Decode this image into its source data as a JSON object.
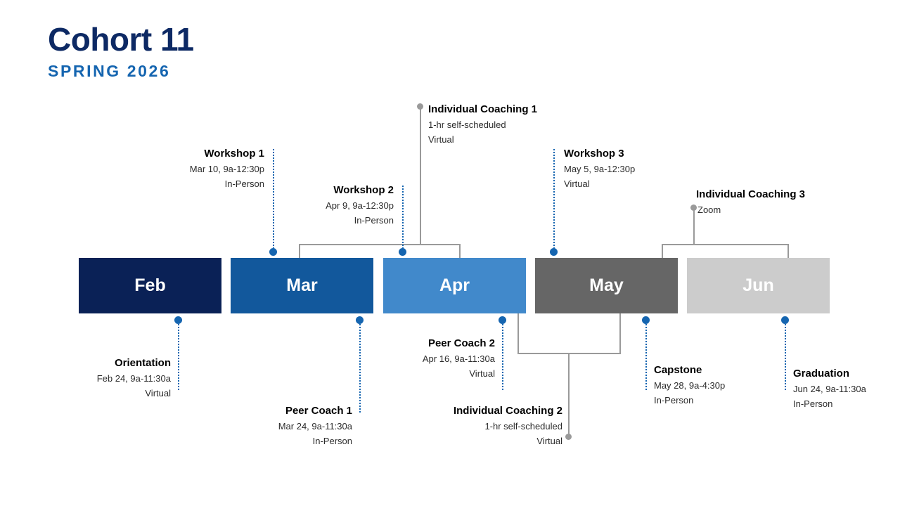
{
  "header": {
    "title": "Cohort 11",
    "subtitle": "SPRING 2026"
  },
  "colors": {
    "feb": "#0a2156",
    "mar": "#12589c",
    "apr": "#4189cb",
    "may": "#666666",
    "jun": "#cccccc",
    "accent_blue": "#1565b0",
    "connector_gray": "#9a9a9a",
    "title_navy": "#0d2964",
    "subtitle_blue": "#1565b0"
  },
  "months": [
    {
      "label": "Feb",
      "color": "#0a2156"
    },
    {
      "label": "Mar",
      "color": "#12589c"
    },
    {
      "label": "Apr",
      "color": "#4189cb"
    },
    {
      "label": "May",
      "color": "#666666"
    },
    {
      "label": "Jun",
      "color": "#cccccc"
    }
  ],
  "events": {
    "workshop1": {
      "title": "Workshop 1",
      "date": "Mar 10, 9a-12:30p",
      "mode": "In-Person"
    },
    "workshop2": {
      "title": "Workshop 2",
      "date": "Apr 9, 9a-12:30p",
      "mode": "In-Person"
    },
    "workshop3": {
      "title": "Workshop 3",
      "date": "May 5, 9a-12:30p",
      "mode": "Virtual"
    },
    "coaching1": {
      "title": "Individual Coaching 1",
      "date": "1-hr self-scheduled",
      "mode": "Virtual"
    },
    "coaching2": {
      "title": "Individual Coaching 2",
      "date": "1-hr self-scheduled",
      "mode": "Virtual"
    },
    "coaching3": {
      "title": "Individual Coaching 3",
      "date": "Zoom",
      "mode": ""
    },
    "orientation": {
      "title": "Orientation",
      "date": "Feb 24, 9a-11:30a",
      "mode": "Virtual"
    },
    "peercoach1": {
      "title": "Peer Coach 1",
      "date": "Mar 24, 9a-11:30a",
      "mode": "In-Person"
    },
    "peercoach2": {
      "title": "Peer Coach 2",
      "date": "Apr 16, 9a-11:30a",
      "mode": "Virtual"
    },
    "capstone": {
      "title": "Capstone",
      "date": "May 28, 9a-4:30p",
      "mode": "In-Person"
    },
    "graduation": {
      "title": "Graduation",
      "date": "Jun 24, 9a-11:30a",
      "mode": "In-Person"
    }
  }
}
